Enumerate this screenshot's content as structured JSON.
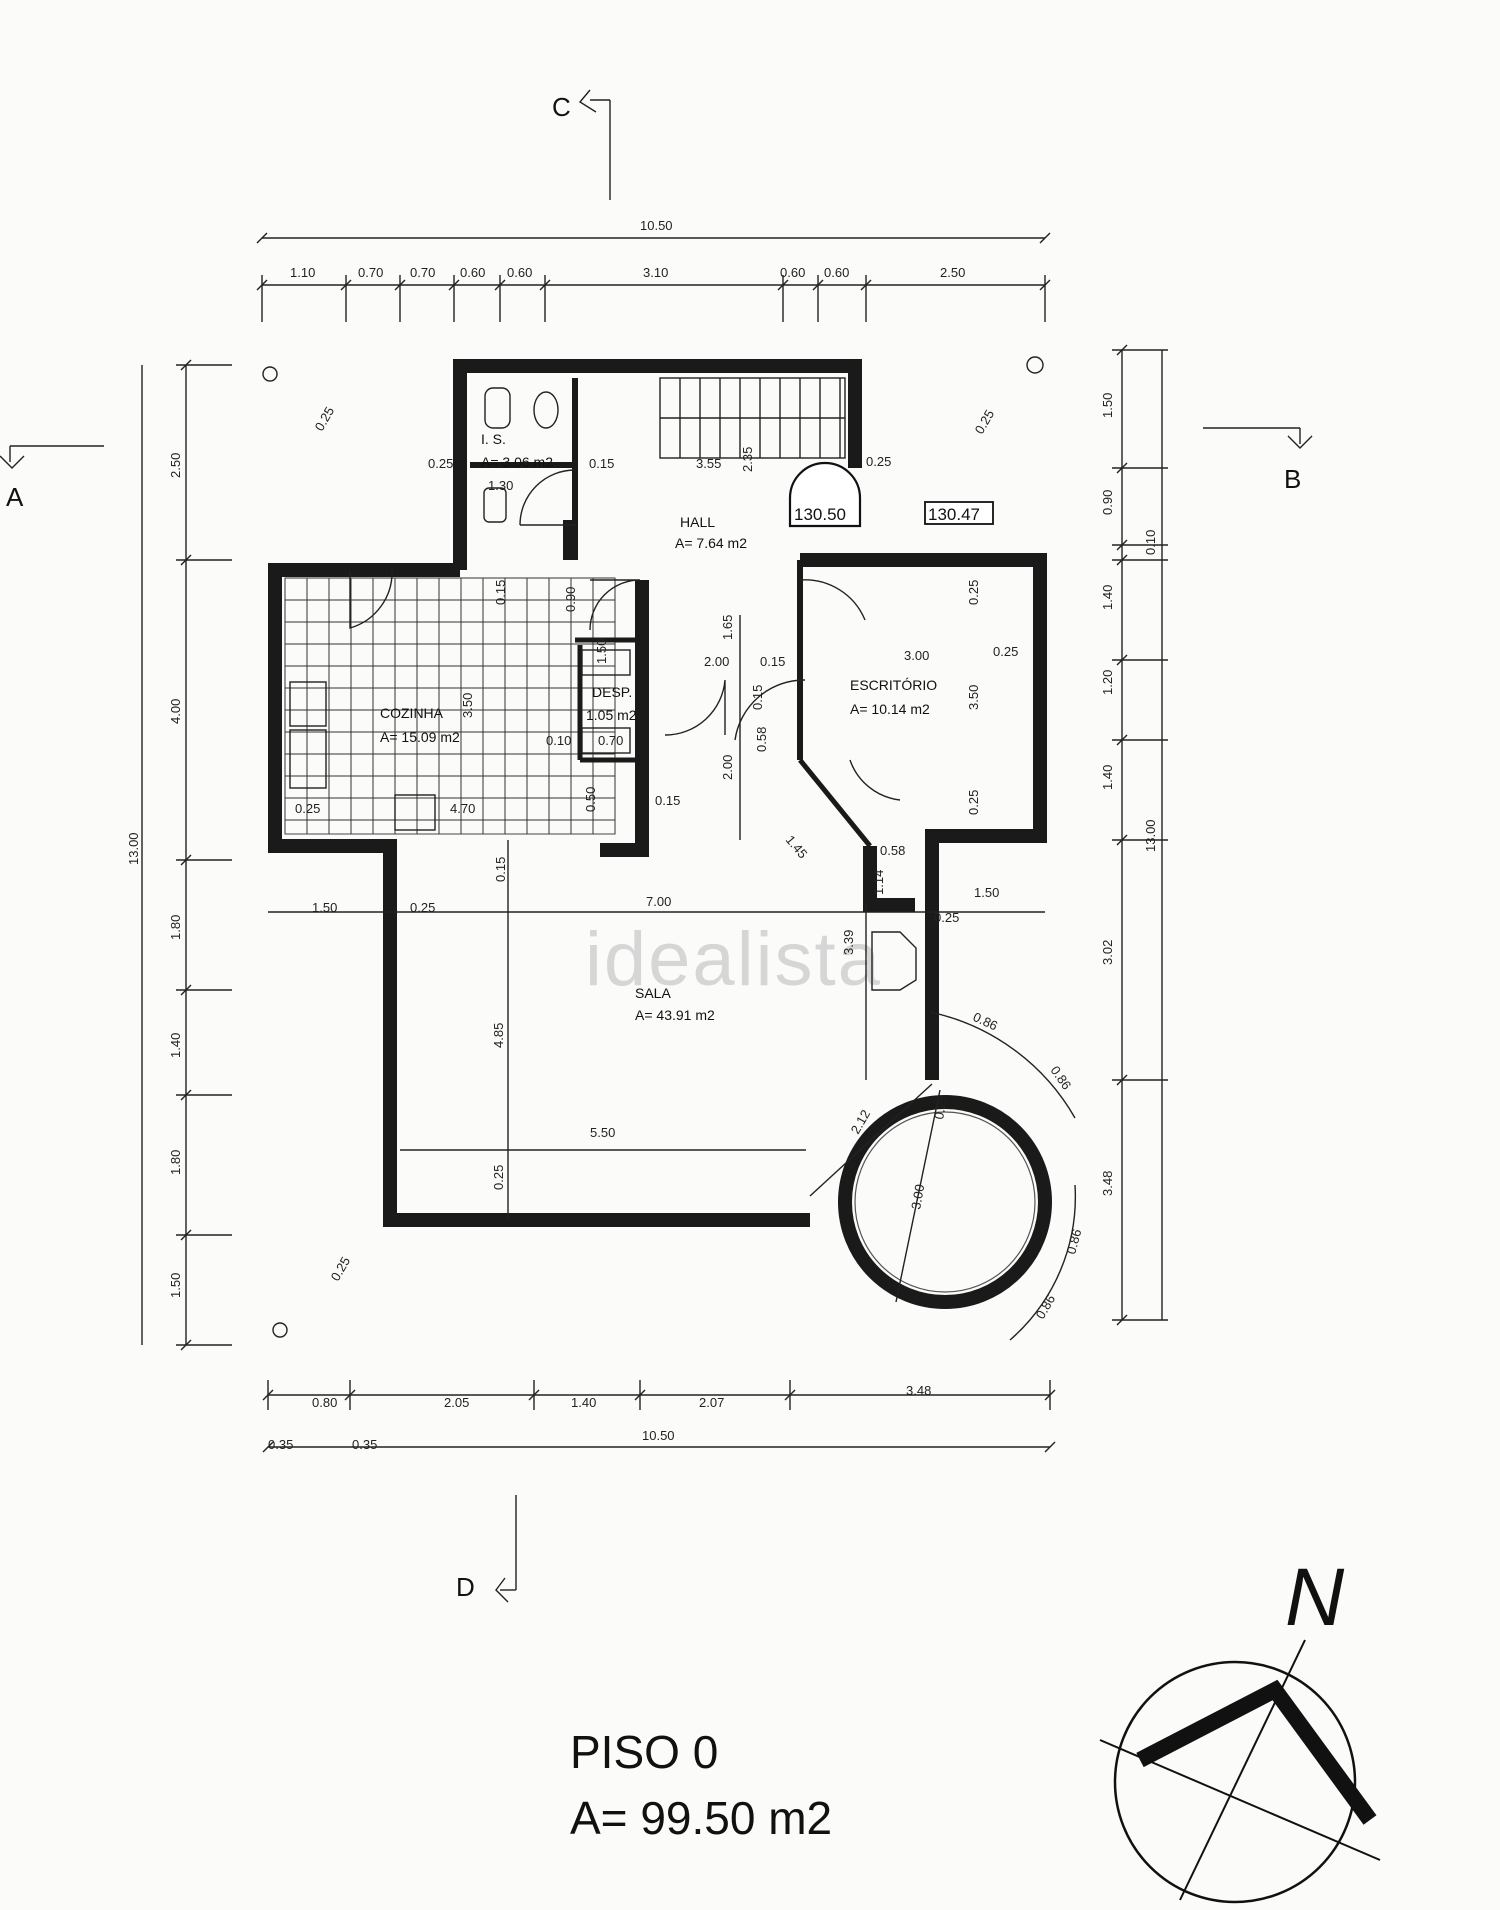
{
  "watermark": "idealista",
  "section_markers": {
    "a": "A",
    "b": "B",
    "c": "C",
    "d": "D"
  },
  "elevations": {
    "e1": "130.50",
    "e2": "130.47"
  },
  "rooms": [
    {
      "name": "I. S.",
      "area": "A= 3.06 m2"
    },
    {
      "name": "HALL",
      "area": "A= 7.64 m2"
    },
    {
      "name": "COZINHA",
      "area": "A= 15.09 m2"
    },
    {
      "name": "DESP.",
      "area": "1.05 m2"
    },
    {
      "name": "ESCRITÓRIO",
      "area": "A= 10.14 m2"
    },
    {
      "name": "SALA",
      "area": "A= 43.91 m2"
    }
  ],
  "dims": {
    "top_total": "10.50",
    "top": [
      "1.10",
      "0.70",
      "0.70",
      "0.60",
      "0.60",
      "3.10",
      "0.60",
      "0.60",
      "2.50"
    ],
    "left_total": "13.00",
    "left": [
      "2.50",
      "4.00",
      "1.80",
      "1.40",
      "1.80",
      "1.50"
    ],
    "right_total": "13.00",
    "right": [
      "1.50",
      "0.90",
      "0.10",
      "1.40",
      "1.20",
      "1.40",
      "3.02",
      "3.48"
    ],
    "bottom_total": "10.50",
    "bottom": [
      "0.80",
      "2.05",
      "1.40",
      "2.07",
      "3.48"
    ],
    "bottom2": [
      "0.35",
      "0.35"
    ],
    "interior": [
      "0.25",
      "1.30",
      "0.15",
      "3.55",
      "2.35",
      "0.25",
      "0.15",
      "0.90",
      "3.50",
      "1.65",
      "2.00",
      "0.15",
      "3.00",
      "0.25",
      "3.50",
      "0.25",
      "0.25",
      "0.15",
      "0.10",
      "0.70",
      "0.50",
      "0.15",
      "2.00",
      "0.58",
      "1.45",
      "0.58",
      "1.14",
      "0.25",
      "4.70",
      "0.15",
      "1.50",
      "0.25",
      "7.00",
      "1.50",
      "0.25",
      "3.39",
      "4.85",
      "5.50",
      "0.25",
      "2.12",
      "3.00",
      "0.25",
      "0.86",
      "0.86",
      "0.86",
      "0.86",
      "0.25",
      "0.25",
      "0.25",
      "1.50"
    ]
  },
  "title": {
    "floor": "PISO 0",
    "area": "A= 99.50 m2"
  },
  "north": "N"
}
